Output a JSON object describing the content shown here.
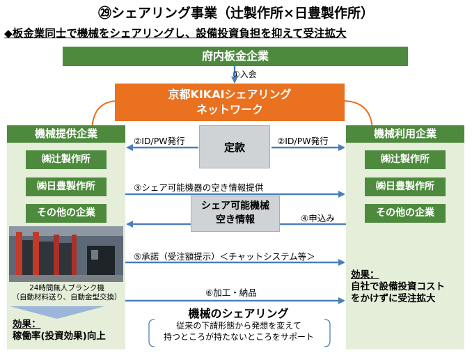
{
  "title": "㉙シェアリング事業（辻製作所×日豊製作所）",
  "subtitle": "◆板金業同士で機械をシェアリングし、設備投資負担を抑えて受注拡大",
  "top_bar": "府内板金企業",
  "step1": "①入会",
  "network": [
    "京都KIKAIシェアリング",
    "ネットワーク"
  ],
  "left_panel": {
    "title": "機械提供企業",
    "companies": [
      "㈱辻製作所",
      "㈱日豊製作所",
      "その他の企業"
    ],
    "photo_caption": [
      "24時間無人ブランク機",
      "（自動材料送り、自動金型交換）"
    ],
    "effect": [
      "効果：",
      "稼働率(投資効果)向上"
    ]
  },
  "right_panel": {
    "title": "機械利用企業",
    "companies": [
      "㈱辻製作所",
      "㈱日豊製作所",
      "その他の企業"
    ],
    "effect": [
      "効果：",
      "自社で設備投資コスト",
      "をかけずに受注拡大"
    ]
  },
  "steps": {
    "step2_left": "②ID/PW発行",
    "step2_right": "②ID/PW発行",
    "step3": "③シェア可能機器の空き情報提供",
    "step4": "④申込み",
    "step5": "⑤承諾（受注額提示）＜チャットシステム等＞",
    "step6": "⑥加工・納品"
  },
  "doc_rules": "定款",
  "doc_availability": [
    "シェア可能機械",
    "空き情報"
  ],
  "sharing": {
    "title": "機械のシェアリング",
    "desc": [
      "従来の下請形態から発想を変えて",
      "持つところが持たないところをサポート"
    ]
  },
  "colors": {
    "green": "#4e8a3e",
    "orange": "#e9711f",
    "arrow_blue": "#4a7fbd",
    "panel_bg": "#e4eed9"
  }
}
